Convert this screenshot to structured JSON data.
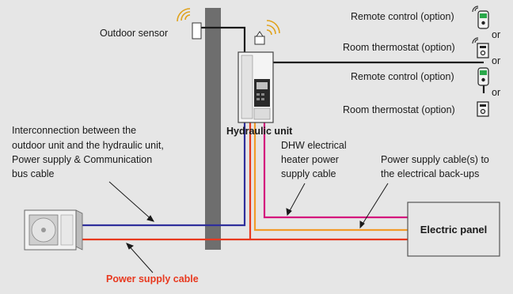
{
  "labels": {
    "outdoor_sensor": "Outdoor sensor",
    "hydraulic_unit": "Hydraulic unit",
    "remote_control_1": "Remote control (option)",
    "room_thermostat_1": "Room thermostat (option)",
    "remote_control_2": "Remote control (option)",
    "room_thermostat_2": "Room thermostat (option)",
    "or_1": "or",
    "or_2": "or",
    "or_3": "or",
    "interconnection": [
      "Interconnection between the",
      "outdoor unit and the hydraulic unit,",
      "Power supply & Communication",
      "bus cable"
    ],
    "dhw_heater": [
      "DHW electrical",
      "heater power",
      "supply cable"
    ],
    "backup_cables": [
      "Power supply cable(s) to",
      "the electrical back-ups"
    ],
    "electric_panel": "Electric panel",
    "power_supply_cable": "Power supply cable"
  },
  "colors": {
    "background": "#e6e6e6",
    "wall": "#6e6e6e",
    "comm_cable": "#2f2f9c",
    "power_cable": "#e8391f",
    "dhw_cable": "#d4127d",
    "backup_cable": "#f29b2a",
    "accent_label": "#e8391f",
    "wireless_waves": "#e0a21c"
  },
  "icons": {
    "outdoor_unit": "outdoor-unit-icon",
    "hydraulic_unit": "hydraulic-unit-icon",
    "remote_control": "remote-control-icon",
    "room_thermostat": "room-thermostat-icon",
    "wireless": "wireless-signal-icon"
  }
}
